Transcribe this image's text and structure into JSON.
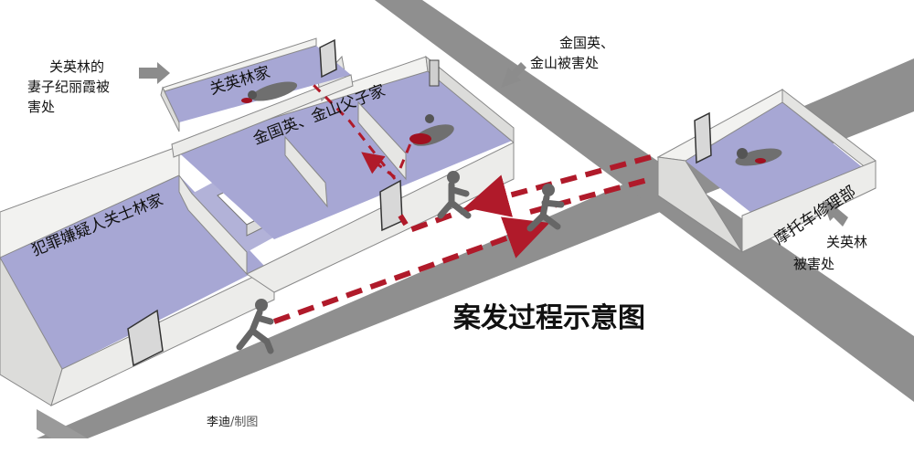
{
  "title": "案发过程示意图",
  "credit": {
    "author": "李迪",
    "role": "/制图"
  },
  "rooms": {
    "guan_yinglin_home": "关英林家",
    "jin_father_son_home": "金国英、金山父子家",
    "suspect_home": "犯罪嫌疑人关士林家",
    "motorcycle_shop": "摩托车修理部"
  },
  "annotations": {
    "wife_killed": [
      "关英林的",
      "妻子纪丽霞被",
      "害处"
    ],
    "jin_killed": [
      "金国英、",
      "金山被害处"
    ],
    "guan_killed": [
      "关英林",
      "被害处"
    ]
  },
  "colors": {
    "floor": "#a7a7d4",
    "wall": "#f2f2f0",
    "wall_shade": "#dcdcda",
    "road": "#8f8f8f",
    "path": "#b01a2a",
    "figure": "#6f6f6f"
  },
  "icons": {
    "annotation_arrow": "grey-arrow-icon",
    "victim": "victim-figure-icon",
    "suspect": "suspect-figure-icon"
  }
}
